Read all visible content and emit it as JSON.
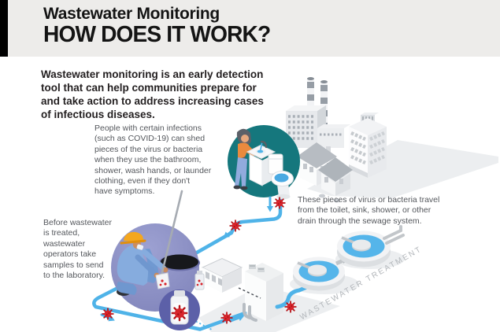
{
  "header": {
    "kicker": "Wastewater Monitoring",
    "title": "HOW DOES IT WORK?"
  },
  "intro": "Wastewater monitoring is an early detection\ntool that can help communities prepare for\nand take action to address increasing cases\nof infectious diseases.",
  "annotations": {
    "shed": "People with certain infections\n(such as COVID-19) can shed\npieces of the virus or bacteria\nwhen they use the bathroom,\nshower, wash hands, or launder\nclothing, even if they don't\nhave symptoms.",
    "travel": "These pieces of virus or bacteria travel\nfrom the toilet, sink, shower, or other\ndrain through the sewage system.",
    "sample": "Before wastewater\nis treated,\nwastewater\noperators take\nsamples to send\nto the laboratory."
  },
  "treatment_label": "WASTEWATER TREATMENT",
  "colors": {
    "header_bg": "#edecea",
    "accent_bar": "#000000",
    "bathroom_circle_teal": "#15777d",
    "worker_circle_purple": "#8e92c6",
    "vial_circle_purple": "#5c60a8",
    "pipe_blue": "#4fb3e8",
    "virus_red": "#d7242b",
    "building_gray": "#e7e9ec",
    "treatment_label_gray": "#b2b6ba",
    "annotation_text": "#54575c"
  }
}
